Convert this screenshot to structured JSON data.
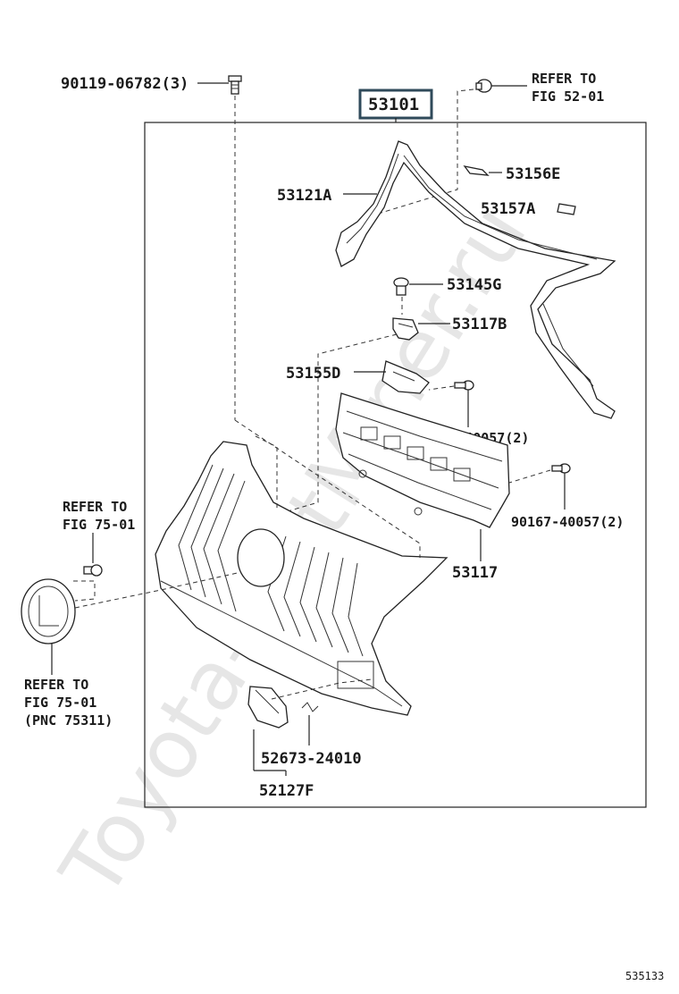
{
  "watermark": "Toyota-PartMiner.ru",
  "main_part": "53101",
  "labels": {
    "bolt": "90119-06782(3)",
    "upper_molding": "53121A",
    "clip_e": "53156E",
    "clip_a": "53157A",
    "clip_g": "53145G",
    "retainer_b": "53117B",
    "bracket_d": "53155D",
    "screw_1": "90167-40057(2)",
    "screw_2": "90167-40057(2)",
    "grille_support": "53117",
    "cover_screw": "52673-24010",
    "cover": "52127F"
  },
  "references": {
    "top_right": [
      "REFER TO",
      "FIG 52-01"
    ],
    "left": [
      "REFER TO",
      "FIG 75-01"
    ],
    "emblem": [
      "REFER TO",
      "FIG 75-01",
      "(PNC 75311)"
    ]
  },
  "diagram_id": "535133"
}
